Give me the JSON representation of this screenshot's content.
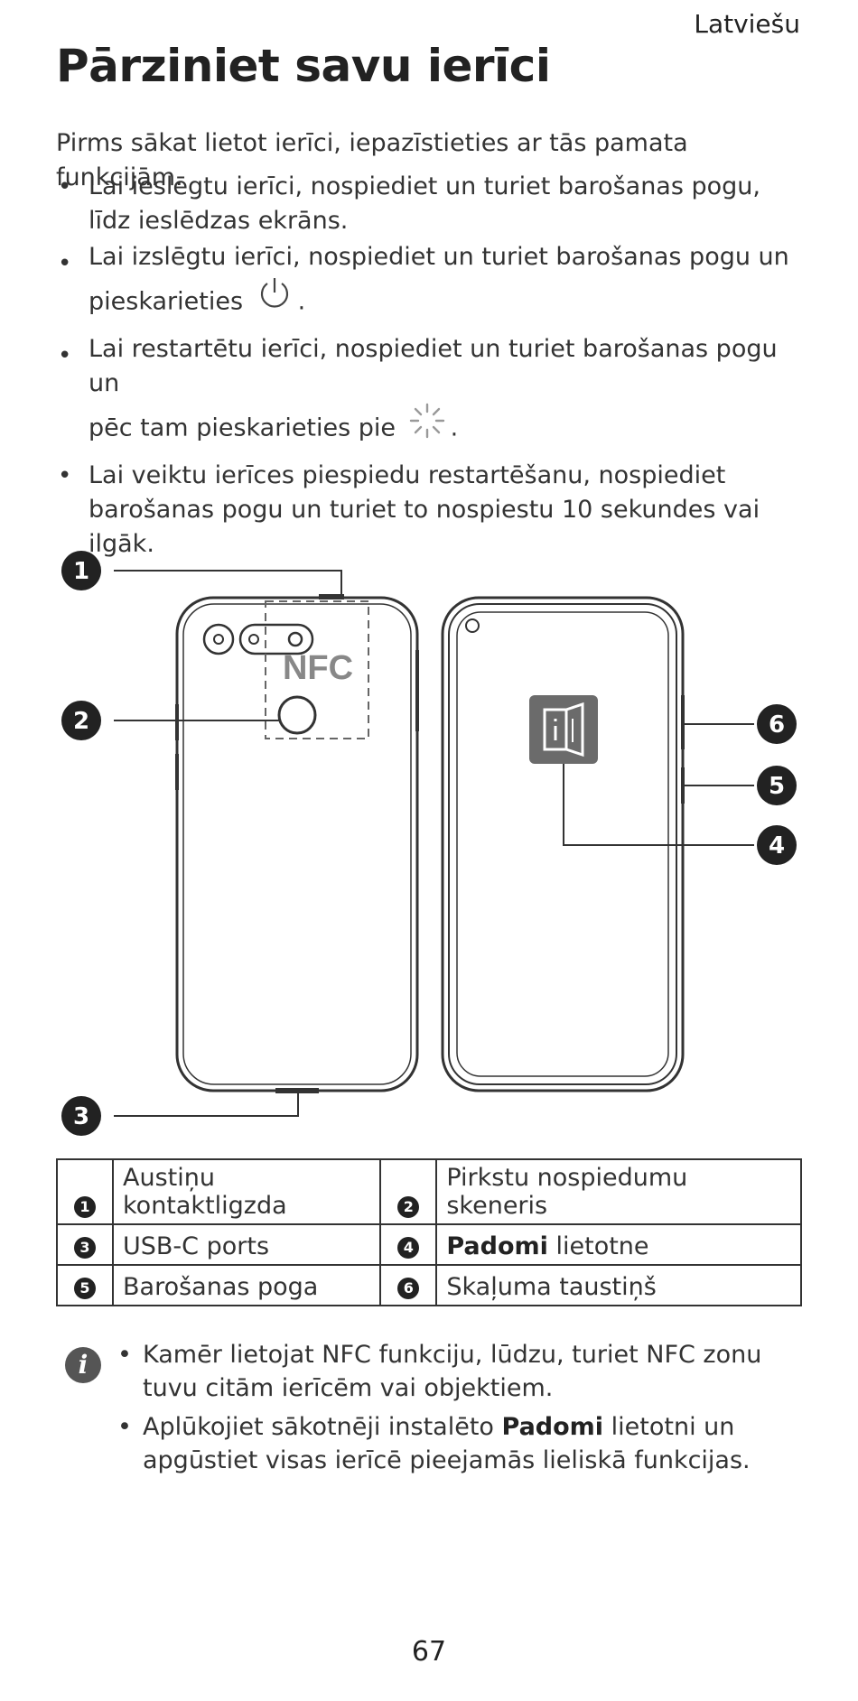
{
  "header": {
    "language": "Latviešu"
  },
  "page": {
    "title": "Pārziniet savu ierīci",
    "number": "67"
  },
  "intro": "Pirms sākat lietot ierīci, iepazīstieties ar tās pamata funkcijām.",
  "bullets": [
    {
      "text": "Lai ieslēgtu ierīci, nospiediet un turiet barošanas pogu, līdz ieslēdzas ekrāns."
    },
    {
      "text": "Lai izslēgtu ierīci, nospiediet un turiet barošanas pogu un",
      "text_after": "pieskarieties",
      "end": ".",
      "icon": "power-icon"
    },
    {
      "text": "Lai restartētu ierīci, nospiediet un turiet barošanas pogu un",
      "text_after": "pēc tam pieskarieties pie",
      "end": ".",
      "icon": "restart-icon"
    },
    {
      "text": "Lai veiktu ierīces piespiedu restartēšanu, nospiediet barošanas pogu un turiet to nospiestu 10 sekundes vai ilgāk."
    }
  ],
  "figure": {
    "nfc_label": "NFC",
    "callouts": [
      "1",
      "2",
      "3",
      "4",
      "5",
      "6"
    ],
    "icons": [
      "phone-back",
      "phone-front",
      "tips-app-icon",
      "fingerprint-sensor",
      "camera-icon"
    ]
  },
  "parts_table": [
    {
      "n1": "1",
      "label1": "Austiņu kontaktligzda",
      "n2": "2",
      "label2": "Pirkstu nospiedumu skeneris"
    },
    {
      "n1": "3",
      "label1": "USB-C ports",
      "n2": "4",
      "label2_bold": "Padomi",
      "label2_rest": " lietotne"
    },
    {
      "n1": "5",
      "label1": "Barošanas poga",
      "n2": "6",
      "label2": "Skaļuma taustiņš"
    }
  ],
  "notes": {
    "icon": "info-icon",
    "items": [
      {
        "text": "Kamēr lietojat NFC funkciju, lūdzu, turiet NFC zonu tuvu citām ierīcēm vai objektiem."
      },
      {
        "before": "Aplūkojiet sākotnēji instalēto ",
        "bold": "Padomi",
        "after": " lietotni un apgūstiet visas ierīcē pieejamās lieliskā funkcijas."
      }
    ]
  }
}
